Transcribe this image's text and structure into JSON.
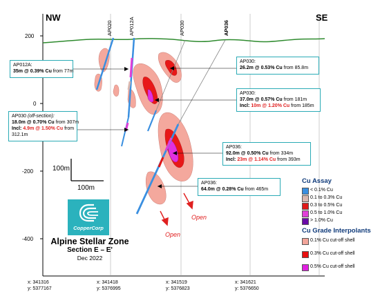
{
  "directions": {
    "left": "NW",
    "right": "SE"
  },
  "elevations": [
    "200",
    "0",
    "-200",
    "-400"
  ],
  "drillholes": [
    "AP020",
    "AP012A",
    "AP030",
    "AP036"
  ],
  "scale_bar": {
    "vertical": "100m",
    "horizontal": "100m"
  },
  "open_labels": [
    "Open",
    "Open"
  ],
  "callouts": {
    "ap012a": {
      "hole": "AP012A:",
      "result": "35m @ 0.39% Cu",
      "from": " from 77m"
    },
    "ap030_a": {
      "hole": "AP030:",
      "result": "26.2m @ 0.53% Cu",
      "from": " from 85.8m"
    },
    "ap030_b": {
      "hole": "AP030:",
      "result": "37.0m @ 0.57% Cu",
      "from": " from 181m",
      "incl_label": "Incl: ",
      "incl_result": "10m @ 1.20% Cu",
      "incl_from": " from 185m"
    },
    "ap030_off": {
      "hole": "AP030 ",
      "note": "(off-section):",
      "result": "18.0m @ 0.70% Cu",
      "from": " from 307m",
      "incl_label": "Incl: ",
      "incl_result": "4.9m @ 1.50% Cu",
      "incl_from": " from",
      "incl_from2": "312.1m"
    },
    "ap036_a": {
      "hole": "AP036:",
      "result": "92.0m @ 0.50% Cu",
      "from": " from 334m",
      "incl_label": "Incl: ",
      "incl_result": "23m @ 1.14% Cu",
      "incl_from": " from 393m"
    },
    "ap036_b": {
      "hole": "AP036:",
      "result": "64.0m @ 0.28% Cu",
      "from": " from 465m"
    }
  },
  "legend": {
    "assay_title": "Cu Assay",
    "assay_items": [
      {
        "label": "< 0.1% Cu",
        "color": "#3a8fe0"
      },
      {
        "label": "0.1 to 0.3% Cu",
        "color": "#d9b8b0"
      },
      {
        "label": "0.3 to 0.5% Cu",
        "color": "#e01818"
      },
      {
        "label": "0.5 to 1.0% Cu",
        "color": "#e040d8"
      },
      {
        "label": "> 1.0% Cu",
        "color": "#6a0aa8"
      }
    ],
    "interp_title": "Cu Grade Interpolants",
    "interp_items": [
      {
        "label": "0.1% Cu cut-off shell",
        "color": "#f2a59a"
      },
      {
        "label": "0.3% Cu cut-off shell",
        "color": "#e81010"
      },
      {
        "label": "0.5% Cu cut-off shell",
        "color": "#e020e0"
      }
    ]
  },
  "logo_text": "CopperCorp",
  "title": {
    "name": "Alpine Stellar Zone",
    "section": "Section E – E'",
    "date": "Dec 2022"
  },
  "coordinates": [
    {
      "x": "x: 341316",
      "y": "y: 5377167"
    },
    {
      "x": "x: 341418",
      "y": "y: 5376995"
    },
    {
      "x": "x: 341519",
      "y": "y: 5376823"
    },
    {
      "x": "x: 341621",
      "y": "y: 5376650"
    }
  ]
}
